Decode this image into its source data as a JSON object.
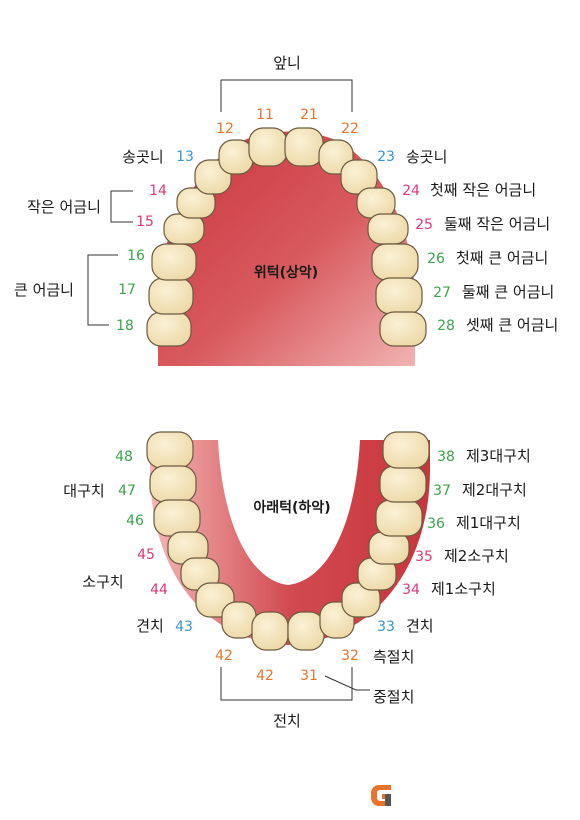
{
  "upper": {
    "title": "위턱(상악)",
    "front_teeth_label": "앞니",
    "left_labels": {
      "canine": "송곳니",
      "premolar": "작은 어금니",
      "molar": "큰 어금니"
    },
    "right_labels": {
      "canine": "송곳니",
      "first_premolar": "첫째 작은 어금니",
      "second_premolar": "둘째 작은 어금니",
      "first_molar": "첫째 큰 어금니",
      "second_molar": "둘째 큰 어금니",
      "third_molar": "셋째 큰 어금니"
    },
    "numbers": {
      "n11": "11",
      "n12": "12",
      "n13": "13",
      "n14": "14",
      "n15": "15",
      "n16": "16",
      "n17": "17",
      "n18": "18",
      "n21": "21",
      "n22": "22",
      "n23": "23",
      "n24": "24",
      "n25": "25",
      "n26": "26",
      "n27": "27",
      "n28": "28"
    }
  },
  "lower": {
    "title": "아래턱(하악)",
    "front_teeth_label": "전치",
    "left_labels": {
      "molar": "대구치",
      "premolar": "소구치",
      "canine": "견치"
    },
    "right_labels": {
      "third_molar": "제3대구치",
      "second_molar": "제2대구치",
      "first_molar": "제1대구치",
      "second_premolar": "제2소구치",
      "first_premolar": "제1소구치",
      "canine": "견치",
      "lateral_incisor": "측절치",
      "central_incisor": "중절치"
    },
    "numbers": {
      "n31": "31",
      "n32": "32",
      "n33": "33",
      "n34": "34",
      "n35": "35",
      "n36": "36",
      "n37": "37",
      "n38": "38",
      "n41": "42",
      "n42": "42",
      "n43": "43",
      "n44": "44",
      "n45": "45",
      "n46": "46",
      "n47": "47",
      "n48": "48"
    }
  },
  "colors": {
    "incisor": "#e8732a",
    "canine": "#3a93d4",
    "premolar": "#e0367d",
    "molar": "#3aa54a",
    "gum": "#cf4a4e",
    "tooth": "#f3e2b8"
  },
  "logo": {
    "name": "G-logo"
  }
}
